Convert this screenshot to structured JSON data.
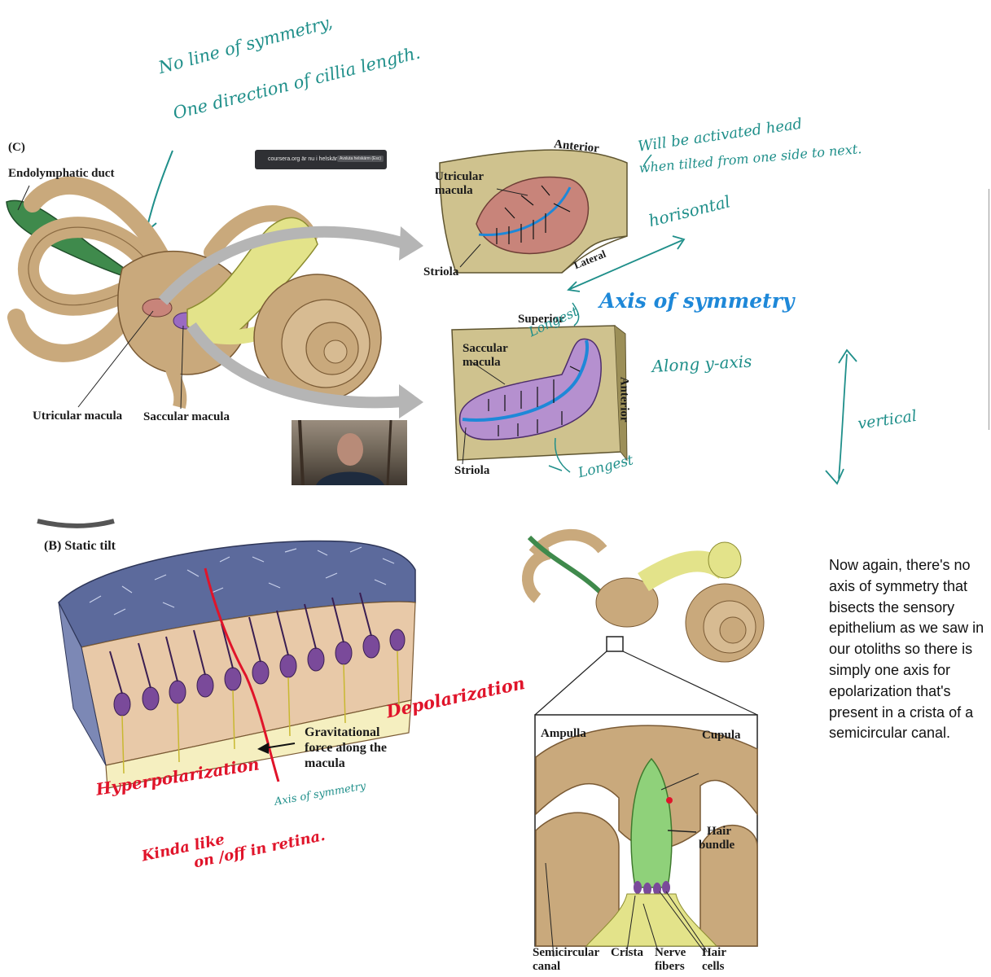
{
  "top_annotation": {
    "line1": "No line of symmetry,",
    "line2": "One direction of cillia length."
  },
  "section_c": {
    "panel_label": "(C)",
    "labels": {
      "endolymphatic_duct": "Endolymphatic duct",
      "utricular_macula": "Utricular macula",
      "saccular_macula": "Saccular macula",
      "utricular_macula_inset_1": "Utricular",
      "utricular_macula_inset_2": "macula",
      "striola_top": "Striola",
      "anterior_top": "Anterior",
      "lateral": "Lateral",
      "superior": "Superior",
      "saccular_macula_inset_1": "Saccular",
      "saccular_macula_inset_2": "macula",
      "striola_bottom": "Striola",
      "anterior_side": "Anterior"
    },
    "browser_bar": {
      "url": "coursera.org är nu i helskärm",
      "button": "Avsluta helskärm (Esc)"
    },
    "annotations": {
      "activated_1": "Will be activated head",
      "activated_2": "when tilted from one side to next.",
      "horizontal": "horisontal",
      "axis_of_symmetry": "Axis of symmetry",
      "longest_top": "Longest",
      "along_y_axis": "Along y-axis",
      "vertical": "vertical",
      "longest_bottom": "Longest"
    }
  },
  "section_b": {
    "panel_label": "(B)  Static tilt",
    "gravity_label_1": "Gravitational",
    "gravity_label_2": "force along the",
    "gravity_label_3": "macula",
    "annotations": {
      "depolarization": "Depolarization",
      "hyperpolarization": "Hyperpolarization",
      "axis_of_symmetry": "Axis of symmetry",
      "kinda_like_1": "Kinda like",
      "kinda_like_2": "on /off in retina."
    }
  },
  "crista_figure": {
    "ampulla": "Ampulla",
    "cupula": "Cupula",
    "hair_bundle_1": "Hair",
    "hair_bundle_2": "bundle",
    "semicircular_canal_1": "Semicircular",
    "semicircular_canal_2": "canal",
    "crista": "Crista",
    "nerve_fibers_1": "Nerve",
    "nerve_fibers_2": "fibers",
    "hair_cells_1": "Hair",
    "hair_cells_2": "cells"
  },
  "note": "Now again, there's no axis of symmetry that bisects the sensory epithelium as we saw in our otoliths so there is simply one axis for epolarization that's present in a crista of a semicircular canal.",
  "colors": {
    "annotation_teal": "#1f8f8a",
    "annotation_blue": "#1e88d8",
    "annotation_red": "#e0142a",
    "bone": "#c9a97c",
    "duct_green": "#3f8a4c",
    "utricle_macula": "#c8847a",
    "saccule_macula": "#b590cf",
    "nerve_yellow": "#e3e38a",
    "cupula_green": "#8fd17a",
    "otoconia_blue": "#5c6a9c"
  }
}
